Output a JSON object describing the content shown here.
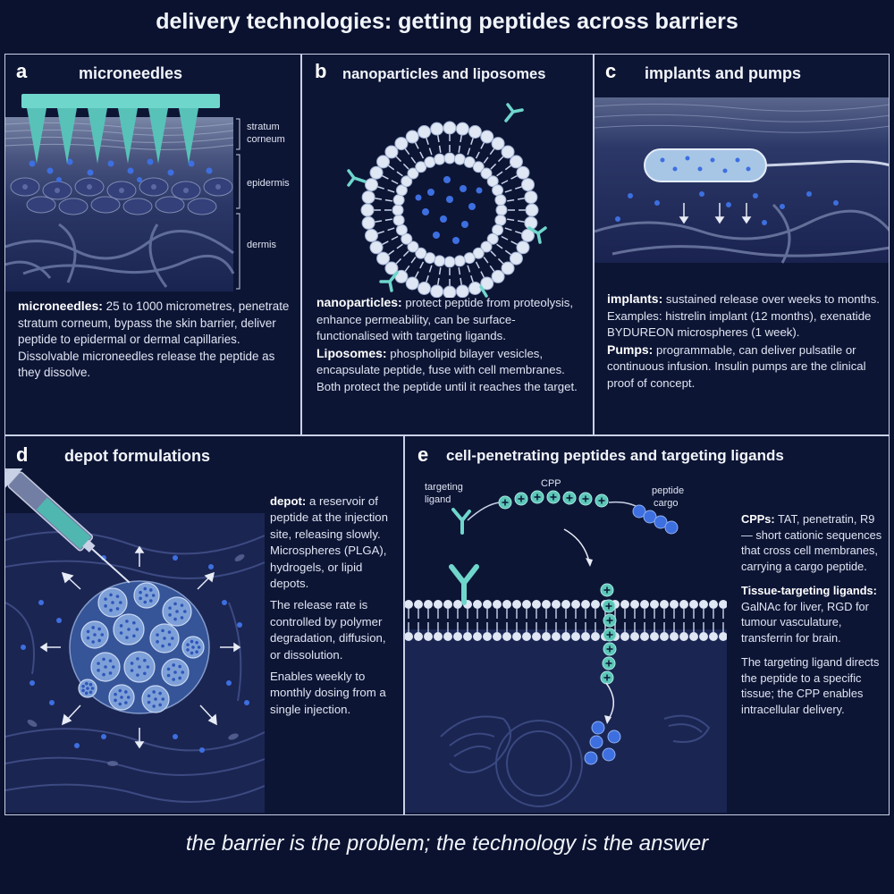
{
  "title": "delivery technologies: getting peptides across barriers",
  "footer": "the barrier is the problem; the technology is the answer",
  "panels": {
    "a": {
      "letter": "a",
      "title": "microneedles",
      "layers": {
        "stratum1": "stratum",
        "stratum2": "corneum",
        "epidermis": "epidermis",
        "dermis": "dermis"
      },
      "term": "microneedles:",
      "body": "25 to 1000 micrometres, penetrate stratum corneum, bypass the skin barrier, deliver peptide to epidermal or dermal capillaries. Dissolvable microneedles release the peptide as they dissolve."
    },
    "b": {
      "letter": "b",
      "title": "nanoparticles and liposomes",
      "term1": "nanoparticles:",
      "body1": "protect peptide from proteolysis, enhance permeability, can be surface-functionalised with targeting ligands.",
      "term2": "Liposomes:",
      "body2": "phospholipid bilayer vesicles, encapsulate peptide, fuse with cell membranes. Both protect the peptide until it reaches the target."
    },
    "c": {
      "letter": "c",
      "title": "implants and pumps",
      "term1": "implants:",
      "body1": "sustained release over weeks to months. Examples: histrelin implant (12 months), exenatide BYDUREON microspheres (1 week).",
      "term2": "Pumps:",
      "body2": "programmable, can deliver pulsatile or continuous infusion. Insulin pumps are the clinical proof of concept."
    },
    "d": {
      "letter": "d",
      "title": "depot formulations",
      "term": "depot:",
      "body1": "a reservoir of peptide at the injection site, releasing slowly. Microspheres (PLGA), hydrogels, or lipid depots.",
      "body2": "The release rate is controlled by polymer degradation, diffusion, or dissolution.",
      "body3": "Enables weekly to monthly dosing from a single injection."
    },
    "e": {
      "letter": "e",
      "title": "cell-penetrating peptides and targeting ligands",
      "labels": {
        "ligand1": "targeting",
        "ligand2": "ligand",
        "cpp": "CPP",
        "cargo1": "peptide",
        "cargo2": "cargo"
      },
      "term1": "CPPs:",
      "body1": "TAT, penetratin, R9 — short cationic sequences that cross cell membranes, carrying a cargo peptide.",
      "term2": "Tissue-targeting ligands:",
      "body2": "GalNAc for liver, RGD for tumour vasculature, transferrin for brain.",
      "body3": "The targeting ligand directs the peptide to a specific tissue; the CPP enables intracellular delivery."
    }
  },
  "colors": {
    "background": "#0b1230",
    "panel": "#0d1535",
    "needle": "#6fd6cc",
    "peptide": "#3d6fe0",
    "membrane": "#c9d4ea",
    "cpp": "#5cc7b8"
  },
  "icons": [
    "microneedle-array-icon",
    "liposome-icon",
    "implant-icon",
    "syringe-icon",
    "cell-membrane-icon"
  ]
}
